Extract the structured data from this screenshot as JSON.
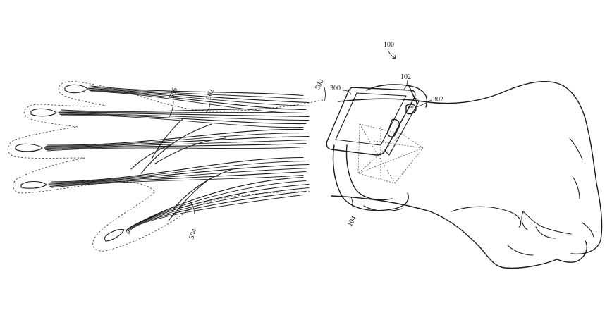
{
  "reference_numerals": {
    "device": "100",
    "housing": "102",
    "band": "104",
    "sensor_region": "300",
    "crown": "302",
    "hand_model": "500",
    "muscle_group_upper": "502",
    "muscle_group_lower": "504",
    "tendon_group": "506"
  }
}
